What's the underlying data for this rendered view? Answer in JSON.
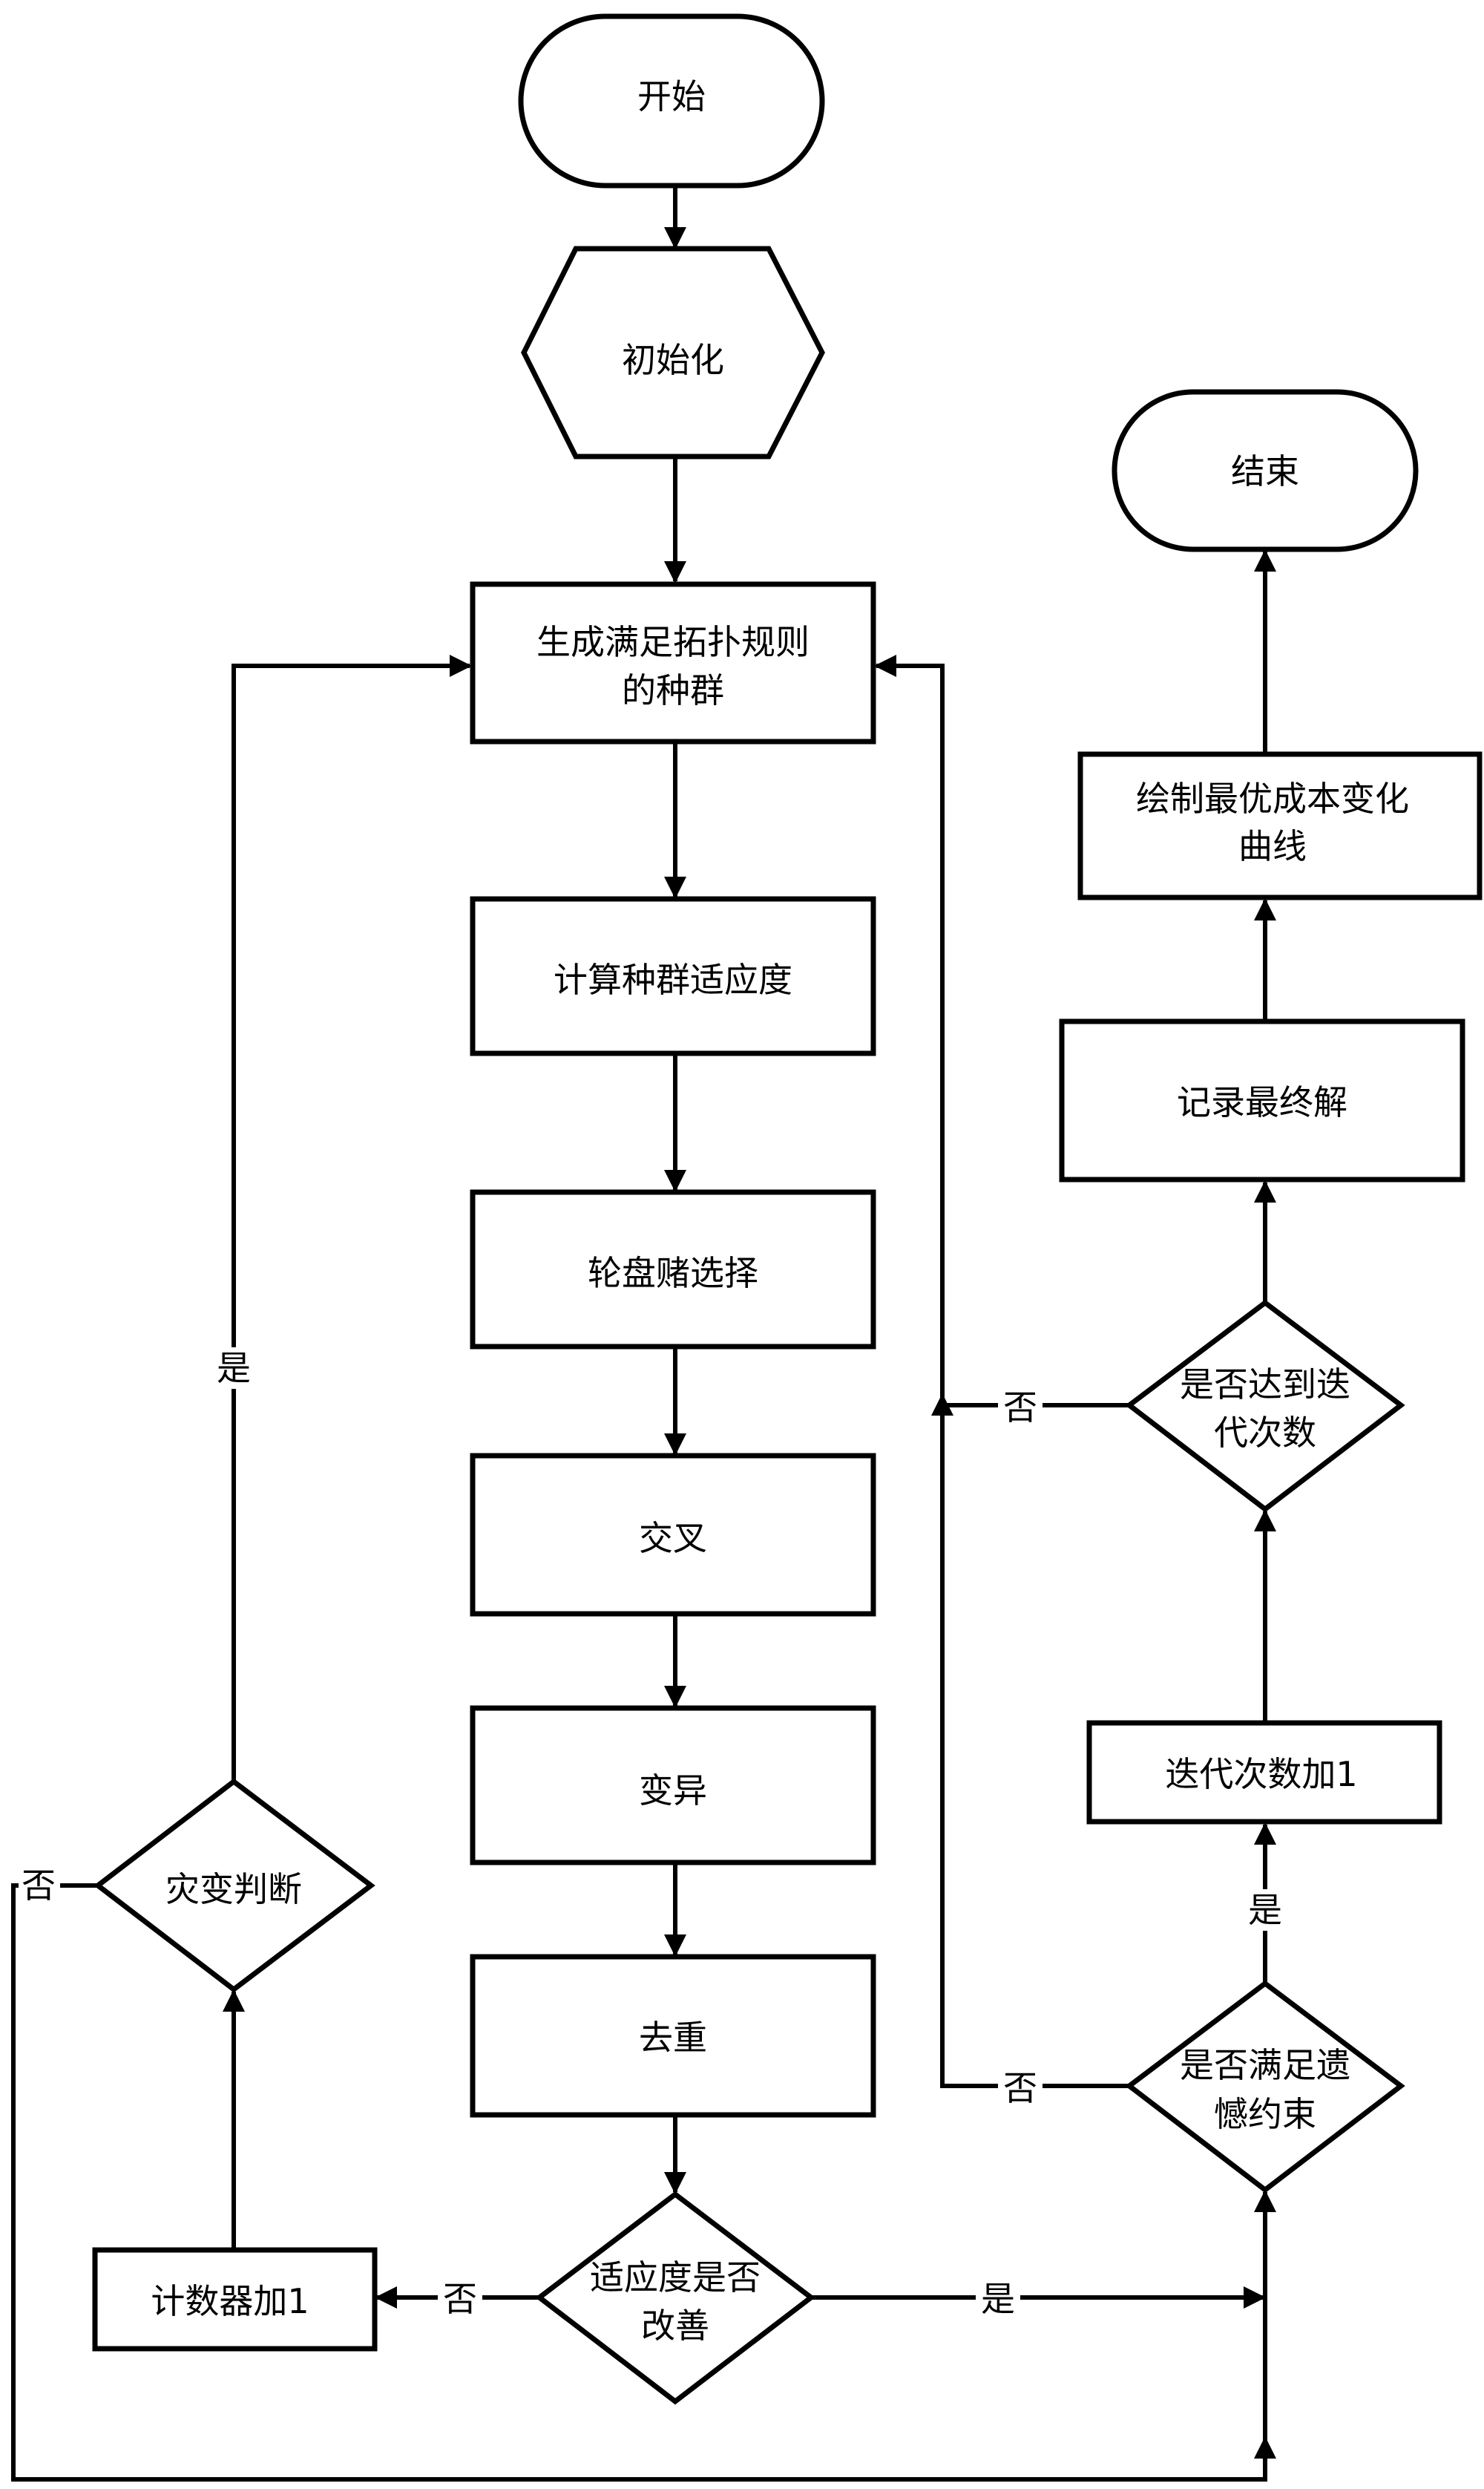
{
  "diagram": {
    "type": "flowchart",
    "nodes": {
      "start": {
        "label": "开始",
        "shape": "terminal"
      },
      "init": {
        "label": "初始化",
        "shape": "hexagon"
      },
      "generate": {
        "label_lines": [
          "生成满足拓扑规则",
          "的种群"
        ],
        "shape": "process"
      },
      "fitness": {
        "label": "计算种群适应度",
        "shape": "process"
      },
      "selection": {
        "label": "轮盘赌选择",
        "shape": "process"
      },
      "crossover": {
        "label": "交叉",
        "shape": "process"
      },
      "mutation": {
        "label": "变异",
        "shape": "process"
      },
      "dedup": {
        "label": "去重",
        "shape": "process"
      },
      "improved": {
        "label_lines": [
          "适应度是否",
          "改善"
        ],
        "shape": "decision"
      },
      "counter": {
        "label": "计数器加1",
        "shape": "process"
      },
      "catastrophe": {
        "label": "灾变判断",
        "shape": "decision"
      },
      "regret": {
        "label_lines": [
          "是否满足遗",
          "憾约束"
        ],
        "shape": "decision"
      },
      "iter_inc": {
        "label": "迭代次数加1",
        "shape": "process"
      },
      "iter_reached": {
        "label_lines": [
          "是否达到迭",
          "代次数"
        ],
        "shape": "decision"
      },
      "record": {
        "label": "记录最终解",
        "shape": "process"
      },
      "plot": {
        "label_lines": [
          "绘制最优成本变化",
          "曲线"
        ],
        "shape": "process"
      },
      "end": {
        "label": "结束",
        "shape": "terminal"
      }
    },
    "edge_labels": {
      "improved_no": "否",
      "improved_yes": "是",
      "catastrophe_yes": "是",
      "catastrophe_no": "否",
      "regret_yes": "是",
      "regret_no": "否",
      "iter_reached_no": "否"
    },
    "edges": [
      {
        "from": "start",
        "to": "init"
      },
      {
        "from": "init",
        "to": "generate"
      },
      {
        "from": "generate",
        "to": "fitness"
      },
      {
        "from": "fitness",
        "to": "selection"
      },
      {
        "from": "selection",
        "to": "crossover"
      },
      {
        "from": "crossover",
        "to": "mutation"
      },
      {
        "from": "mutation",
        "to": "dedup"
      },
      {
        "from": "dedup",
        "to": "improved"
      },
      {
        "from": "improved",
        "to": "counter",
        "label": "否"
      },
      {
        "from": "improved",
        "to": "regret",
        "label": "是"
      },
      {
        "from": "counter",
        "to": "catastrophe"
      },
      {
        "from": "catastrophe",
        "to": "generate",
        "label": "是"
      },
      {
        "from": "catastrophe",
        "to": "regret",
        "label": "否"
      },
      {
        "from": "regret",
        "to": "iter_inc",
        "label": "是"
      },
      {
        "from": "regret",
        "to": "generate",
        "label": "否"
      },
      {
        "from": "iter_inc",
        "to": "iter_reached"
      },
      {
        "from": "iter_reached",
        "to": "generate",
        "label": "否"
      },
      {
        "from": "iter_reached",
        "to": "record"
      },
      {
        "from": "record",
        "to": "plot"
      },
      {
        "from": "plot",
        "to": "end"
      }
    ]
  }
}
